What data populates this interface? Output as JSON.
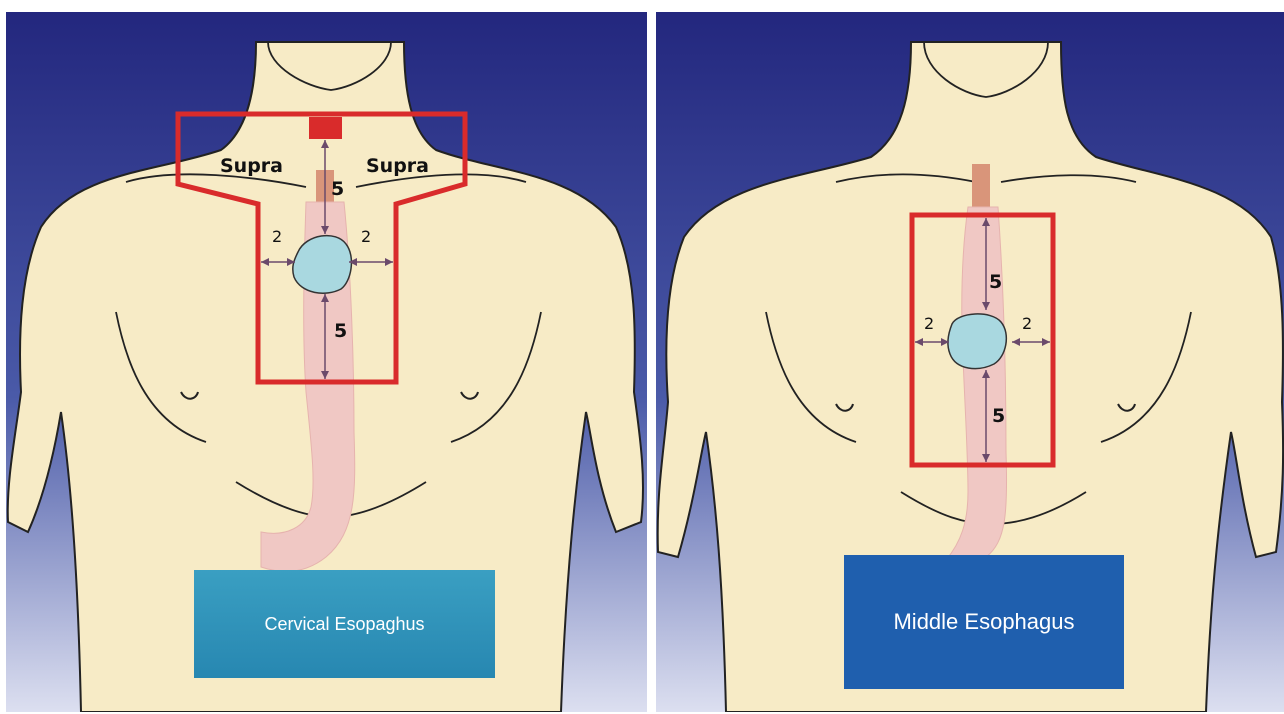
{
  "panels": [
    {
      "id": "cervical",
      "caption": "Cervical Esopaghus",
      "region_labels": [
        "Supra",
        "Supra"
      ],
      "margins": {
        "superior": "5",
        "inferior": "5",
        "left": "2",
        "right": "2"
      }
    },
    {
      "id": "middle",
      "caption": "Middle Esophagus",
      "margins": {
        "superior": "5",
        "inferior": "5",
        "left": "2",
        "right": "2"
      }
    }
  ],
  "colors": {
    "background_top": "#23277e",
    "background_bottom": "#dcdff0",
    "skin": "#f7ebc6",
    "esophagus": "#f0c8c4",
    "tumor": "#a9d8e0",
    "target_outline": "#d92b2b",
    "cervical_label_bg": "#2f95bf",
    "middle_label_bg": "#1f5fae"
  }
}
